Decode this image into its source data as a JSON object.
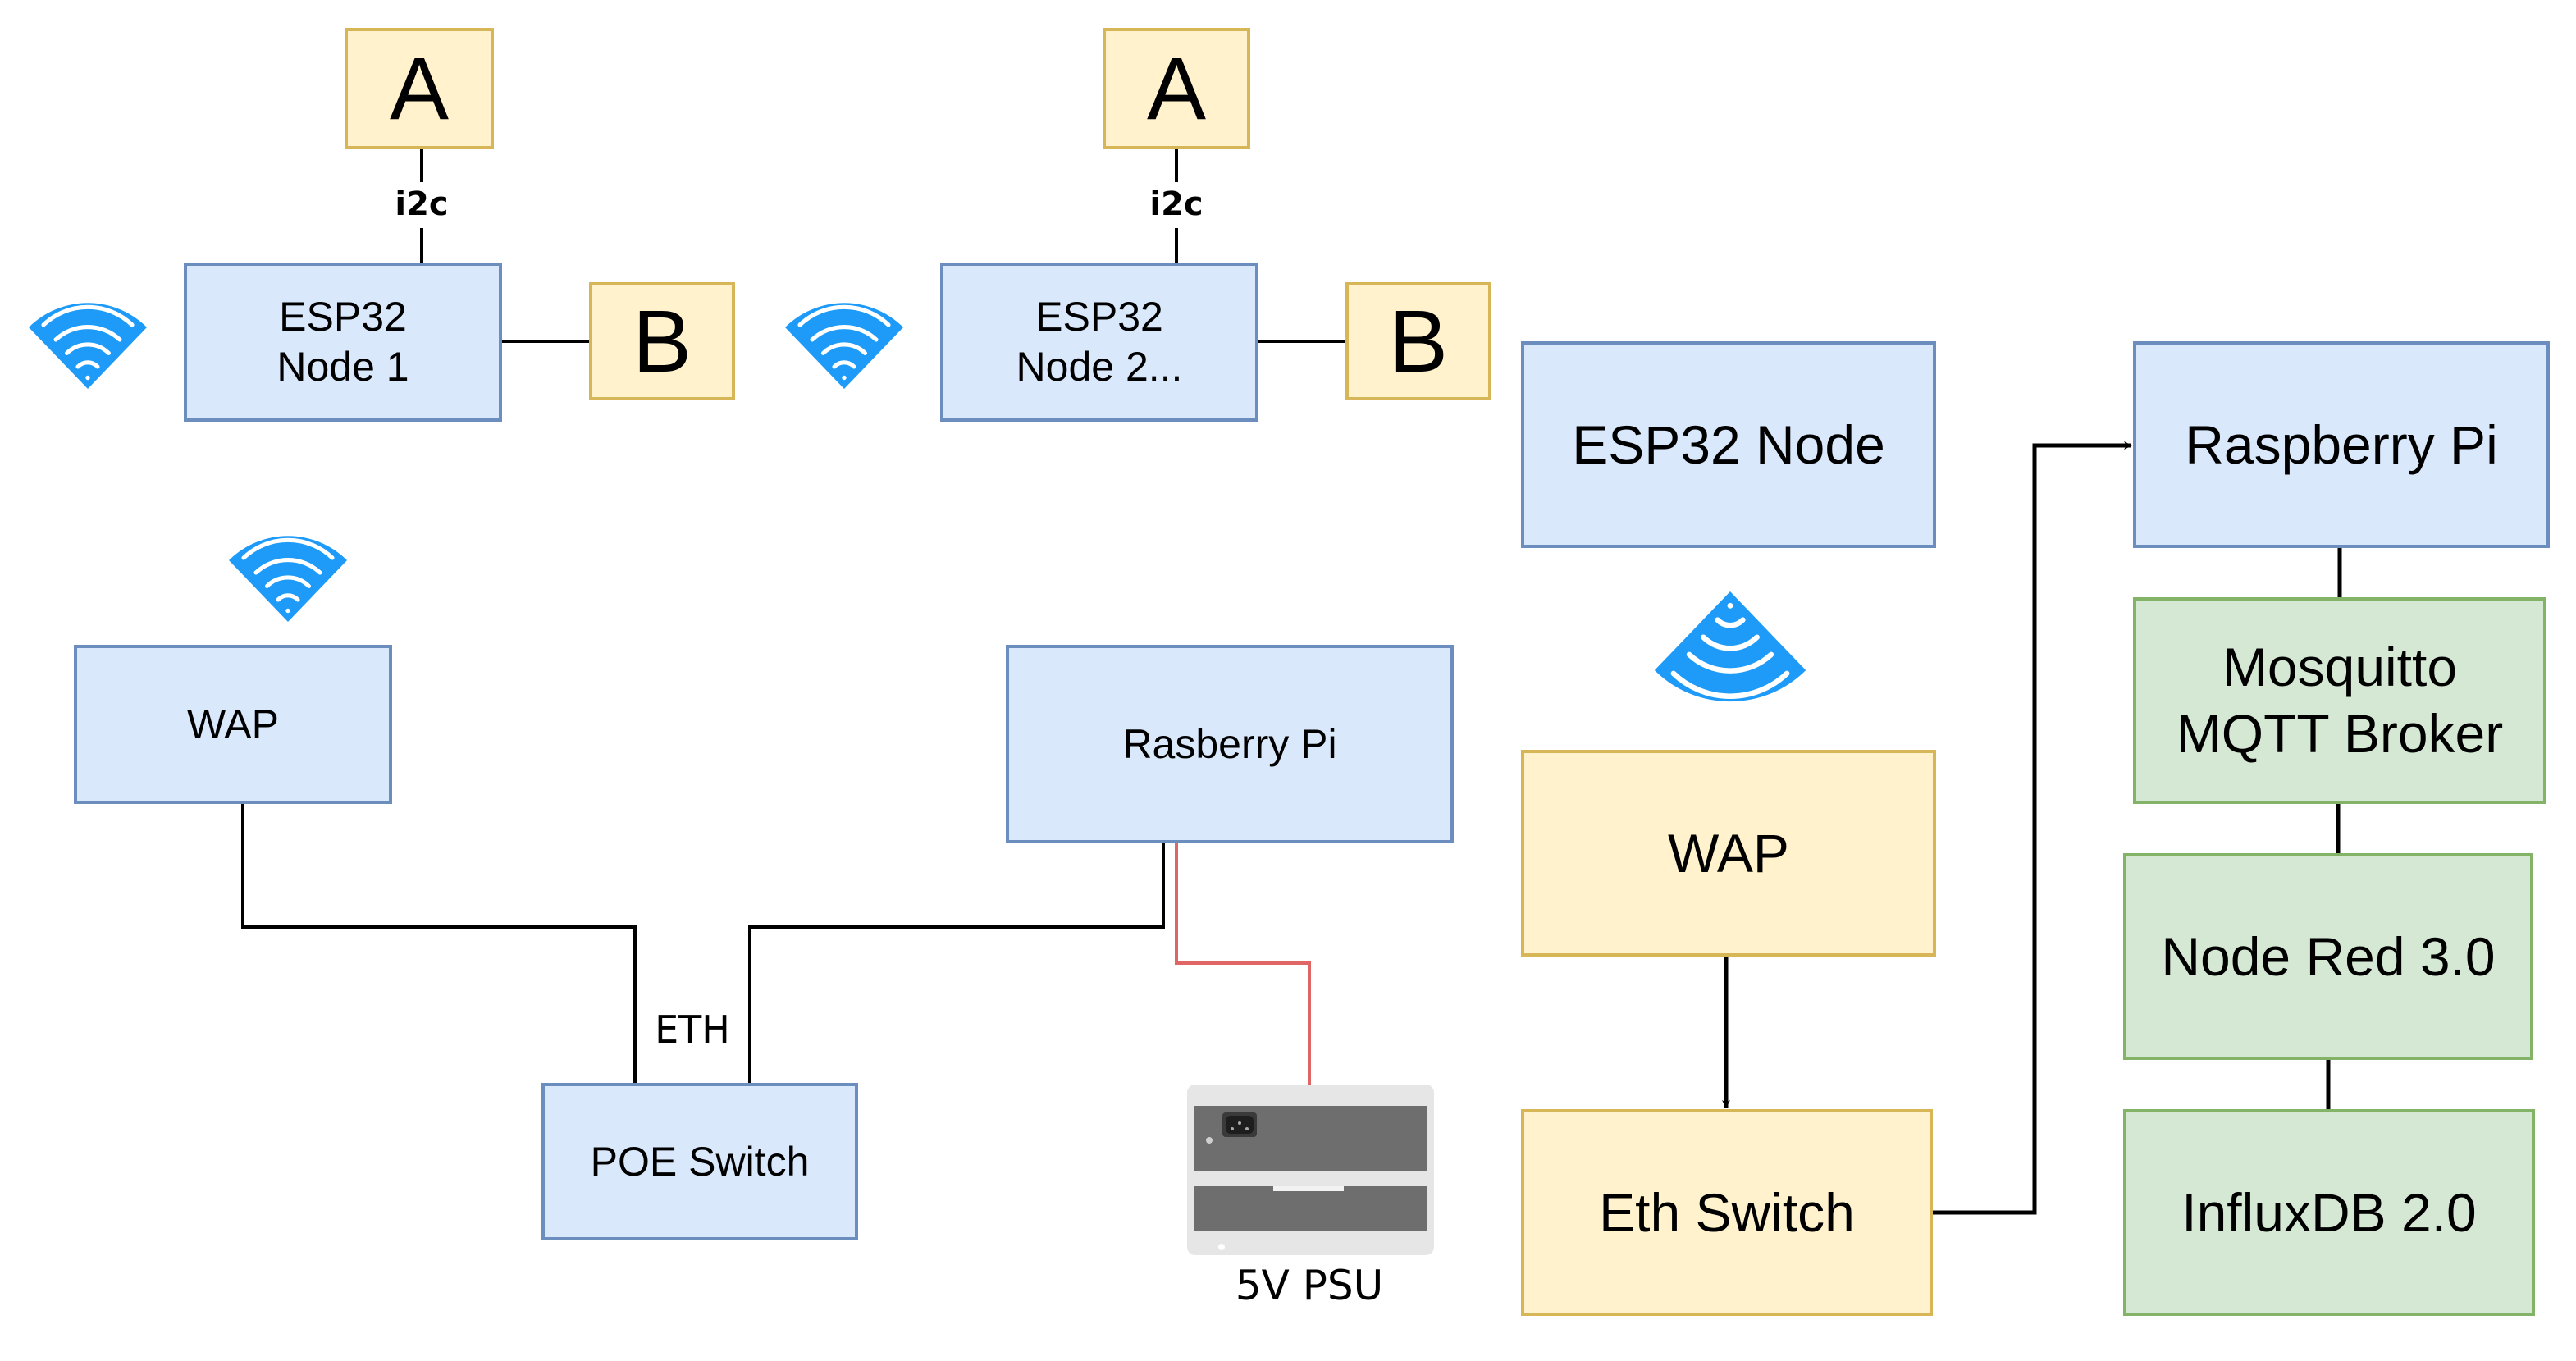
{
  "colors": {
    "blue_fill": "#dae8fc",
    "blue_stroke": "#6c8ebf",
    "yellow_fill": "#fff2cc",
    "yellow_stroke": "#d6b656",
    "green_fill": "#d5e8d4",
    "green_stroke": "#82b366",
    "wifi": "#1e9bf8",
    "connector": "#000000",
    "power_line": "#e06666"
  },
  "node1": {
    "sensor_a": "A",
    "sensor_b": "B",
    "bus_label": "i2c",
    "title_line1": "ESP32",
    "title_line2": "Node 1"
  },
  "node2": {
    "sensor_a": "A",
    "sensor_b": "B",
    "bus_label": "i2c",
    "title_line1": "ESP32",
    "title_line2": "Node 2..."
  },
  "physical": {
    "wap": "WAP",
    "rpi": "Rasberry Pi",
    "switch": "POE Switch",
    "eth_label": "ETH",
    "psu_label": "5V PSU"
  },
  "logical": {
    "esp_node": "ESP32 Node",
    "wap": "WAP",
    "eth_switch": "Eth Switch",
    "rpi": "Raspberry Pi",
    "mqtt_line1": "Mosquitto",
    "mqtt_line2": "MQTT Broker",
    "node_red": "Node Red 3.0",
    "influx": "InfluxDB 2.0"
  }
}
